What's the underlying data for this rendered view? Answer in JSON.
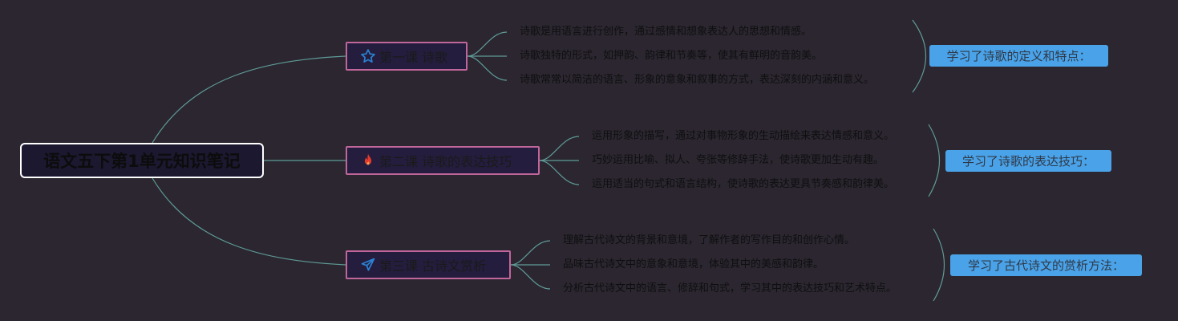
{
  "root": {
    "title": "语文五下第1单元知识笔记"
  },
  "branches": [
    {
      "label": "第一课 诗歌",
      "icon": "star-icon",
      "icon_color": "#2a83d4",
      "leaves": [
        "诗歌是用语言进行创作，通过感情和想象表达人的思想和情感。",
        "诗歌独特的形式，如押韵、韵律和节奏等，使其有鲜明的音韵美。",
        "诗歌常常以简洁的语言、形象的意象和叙事的方式，表达深刻的内涵和意义。"
      ],
      "summary": "学习了诗歌的定义和特点："
    },
    {
      "label": "第二课 诗歌的表达技巧",
      "icon": "fire-icon",
      "icon_color": "#e53a2a",
      "leaves": [
        "运用形象的描写，通过对事物形象的生动描绘来表达情感和意义。",
        "巧妙运用比喻、拟人、夸张等修辞手法，使诗歌更加生动有趣。",
        "运用适当的句式和语言结构，使诗歌的表达更具节奏感和韵律美。"
      ],
      "summary": "学习了诗歌的表达技巧："
    },
    {
      "label": "第三课 古诗文赏析",
      "icon": "paper-plane-icon",
      "icon_color": "#2a83d4",
      "leaves": [
        "理解古代诗文的背景和意境，了解作者的写作目的和创作心情。",
        "品味古代诗文中的意象和意境，体验其中的美感和韵律。",
        "分析古代诗文中的语言、修辞和句式，学习其中的表达技巧和艺术特点。"
      ],
      "summary": "学习了古代诗文的赏析方法："
    }
  ],
  "colors": {
    "background": "#2b2630",
    "connector": "#5f9b96",
    "branch_border": "#c0669b",
    "summary_fill": "#4aa3e8"
  }
}
